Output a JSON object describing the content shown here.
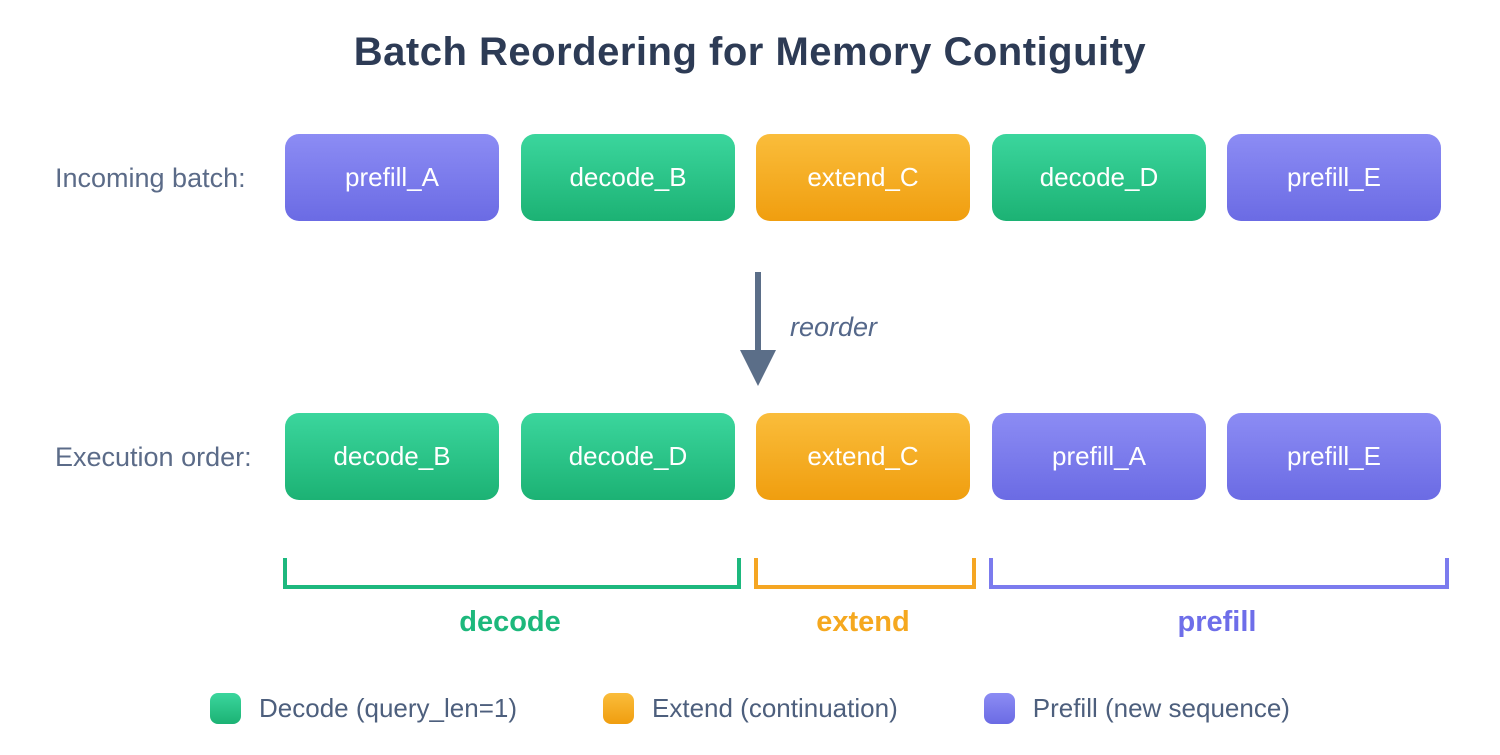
{
  "title": "Batch Reordering for Memory Contiguity",
  "rows": [
    {
      "label": "Incoming batch:",
      "boxes": [
        {
          "label": "prefill_A",
          "type": "prefill"
        },
        {
          "label": "decode_B",
          "type": "decode"
        },
        {
          "label": "extend_C",
          "type": "extend"
        },
        {
          "label": "decode_D",
          "type": "decode"
        },
        {
          "label": "prefill_E",
          "type": "prefill"
        }
      ]
    },
    {
      "label": "Execution order:",
      "boxes": [
        {
          "label": "decode_B",
          "type": "decode"
        },
        {
          "label": "decode_D",
          "type": "decode"
        },
        {
          "label": "extend_C",
          "type": "extend"
        },
        {
          "label": "prefill_A",
          "type": "prefill"
        },
        {
          "label": "prefill_E",
          "type": "prefill"
        }
      ]
    }
  ],
  "arrow": {
    "label": "reorder"
  },
  "brackets": [
    {
      "label": "decode",
      "type": "decode"
    },
    {
      "label": "extend",
      "type": "extend"
    },
    {
      "label": "prefill",
      "type": "prefill"
    }
  ],
  "legend": [
    {
      "label": "Decode (query_len=1)",
      "type": "decode"
    },
    {
      "label": "Extend (continuation)",
      "type": "extend"
    },
    {
      "label": "Prefill (new sequence)",
      "type": "prefill"
    }
  ],
  "colors": {
    "decode_top": "#3bd69d",
    "decode_bottom": "#1cb274",
    "extend_top": "#fabd3b",
    "extend_bottom": "#f09e0f",
    "prefill_top": "#8c8cf4",
    "prefill_bottom": "#6b6be4",
    "decode_accent": "#1db87c",
    "extend_accent": "#f5a81f",
    "prefill_accent": "#6e6ee9",
    "title_text": "#2d3b55",
    "label_text": "#5b6b88",
    "arrow": "#5b6e88"
  }
}
